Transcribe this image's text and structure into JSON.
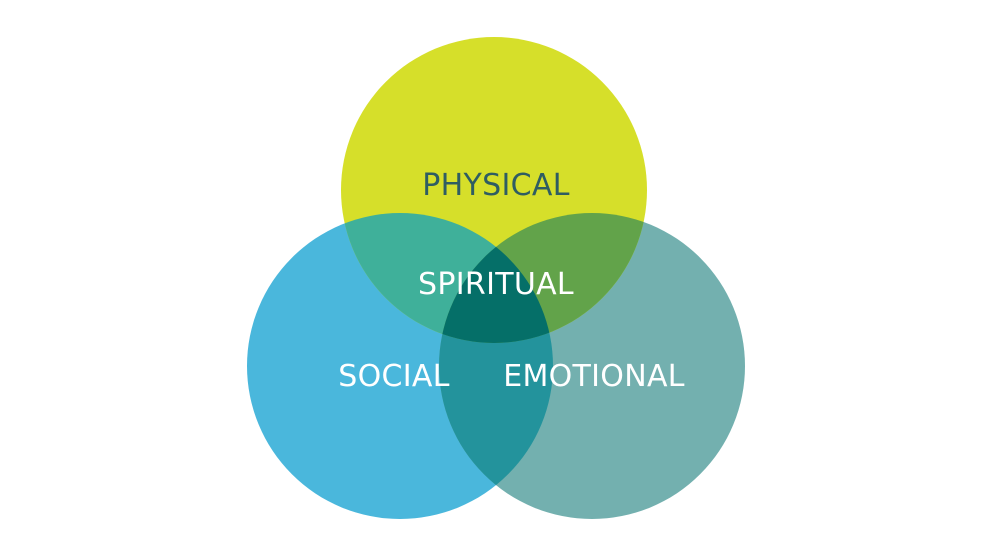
{
  "diagram": {
    "circles": [
      {
        "id": "physical",
        "label": "PHYSICAL",
        "color": "#d6df2a",
        "label_color": "#2f5d62"
      },
      {
        "id": "social",
        "label": "SOCIAL",
        "color": "#4ab7dc",
        "label_color": "#ffffff"
      },
      {
        "id": "emotional",
        "label": "EMOTIONAL",
        "color": "#73b0af",
        "label_color": "#ffffff"
      }
    ],
    "center": {
      "label": "SPIRITUAL",
      "label_color": "#ffffff"
    },
    "overlap_colors": {
      "physical_social": "#3fb09a",
      "physical_emotional": "#62a34a",
      "social_emotional": "#23939c",
      "all": "#056f68"
    }
  }
}
